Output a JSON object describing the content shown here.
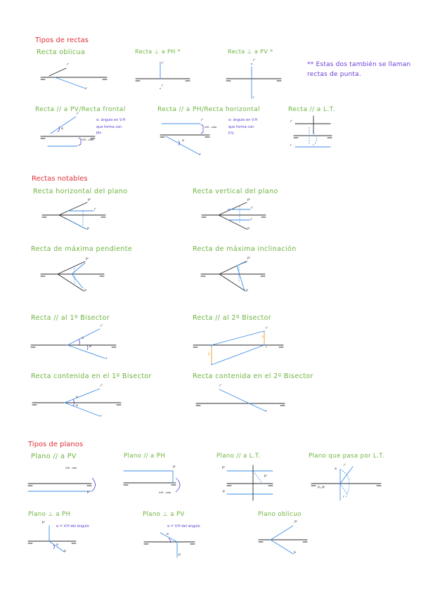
{
  "sections": {
    "tipos_rectas": "Tipos de rectas",
    "rectas_notables": "Rectas notables",
    "tipos_planos": "Tipos de planos"
  },
  "rectas": {
    "oblicua": "Recta oblicua",
    "perp_ph": "Recta ⊥ a PH *",
    "perp_pv": "Recta ⊥ a PV *",
    "note": "** Estas dos también se llaman rectas de punta.",
    "frontal": "Recta // a PV/Recta frontal",
    "frontal_note": "α: ángulo en V.H que forma con PH",
    "horizontal": "Recta // a PH/Recta horizontal",
    "horizontal_note": "α: ángulo en V.H que forma con P.V.",
    "paralela_lt": "Recta // a L.T."
  },
  "notables": {
    "horizontal_plano": "Recta horizontal del plano",
    "vertical_plano": "Recta vertical del plano",
    "max_pendiente": "Recta de máxima pendiente",
    "max_inclinacion": "Recta de máxima inclinación",
    "paralela_1b": "Recta // al 1º Bisector",
    "paralela_2b": "Recta // al 2º Bisector",
    "contenida_1b": "Recta contenida en el 1º Bisector",
    "contenida_2b": "Recta contenida en el 2º Bisector"
  },
  "planos": {
    "paralelo_pv": "Plano // a PV",
    "paralelo_ph": "Plano // a PH",
    "paralelo_lt": "Plano // a L.T.",
    "pasa_lt": "Plano que pasa por L.T.",
    "perp_ph": "Plano ⊥ a PH",
    "perp_ph_note": "α = V.H del ángulo",
    "perp_pv": "Plano ⊥ a PV",
    "perp_pv_note": "α = V.H del ángulo",
    "oblicuo": "Plano oblicuo"
  },
  "labels": {
    "r": "r",
    "rp": "r'",
    "p": "P",
    "pp": "P'",
    "alpha": "α",
    "h": "h",
    "vm": "V.M - cota",
    "vmalej": "V.M - alej",
    "pdouble": "P=P'",
    "a": "a",
    "b": "b"
  },
  "colors": {
    "section": "#e0323a",
    "title": "#6db33f",
    "note": "#6a3fd6",
    "line": "#2b2b2b",
    "blue": "#3d8ee6",
    "orange": "#f0a030"
  }
}
